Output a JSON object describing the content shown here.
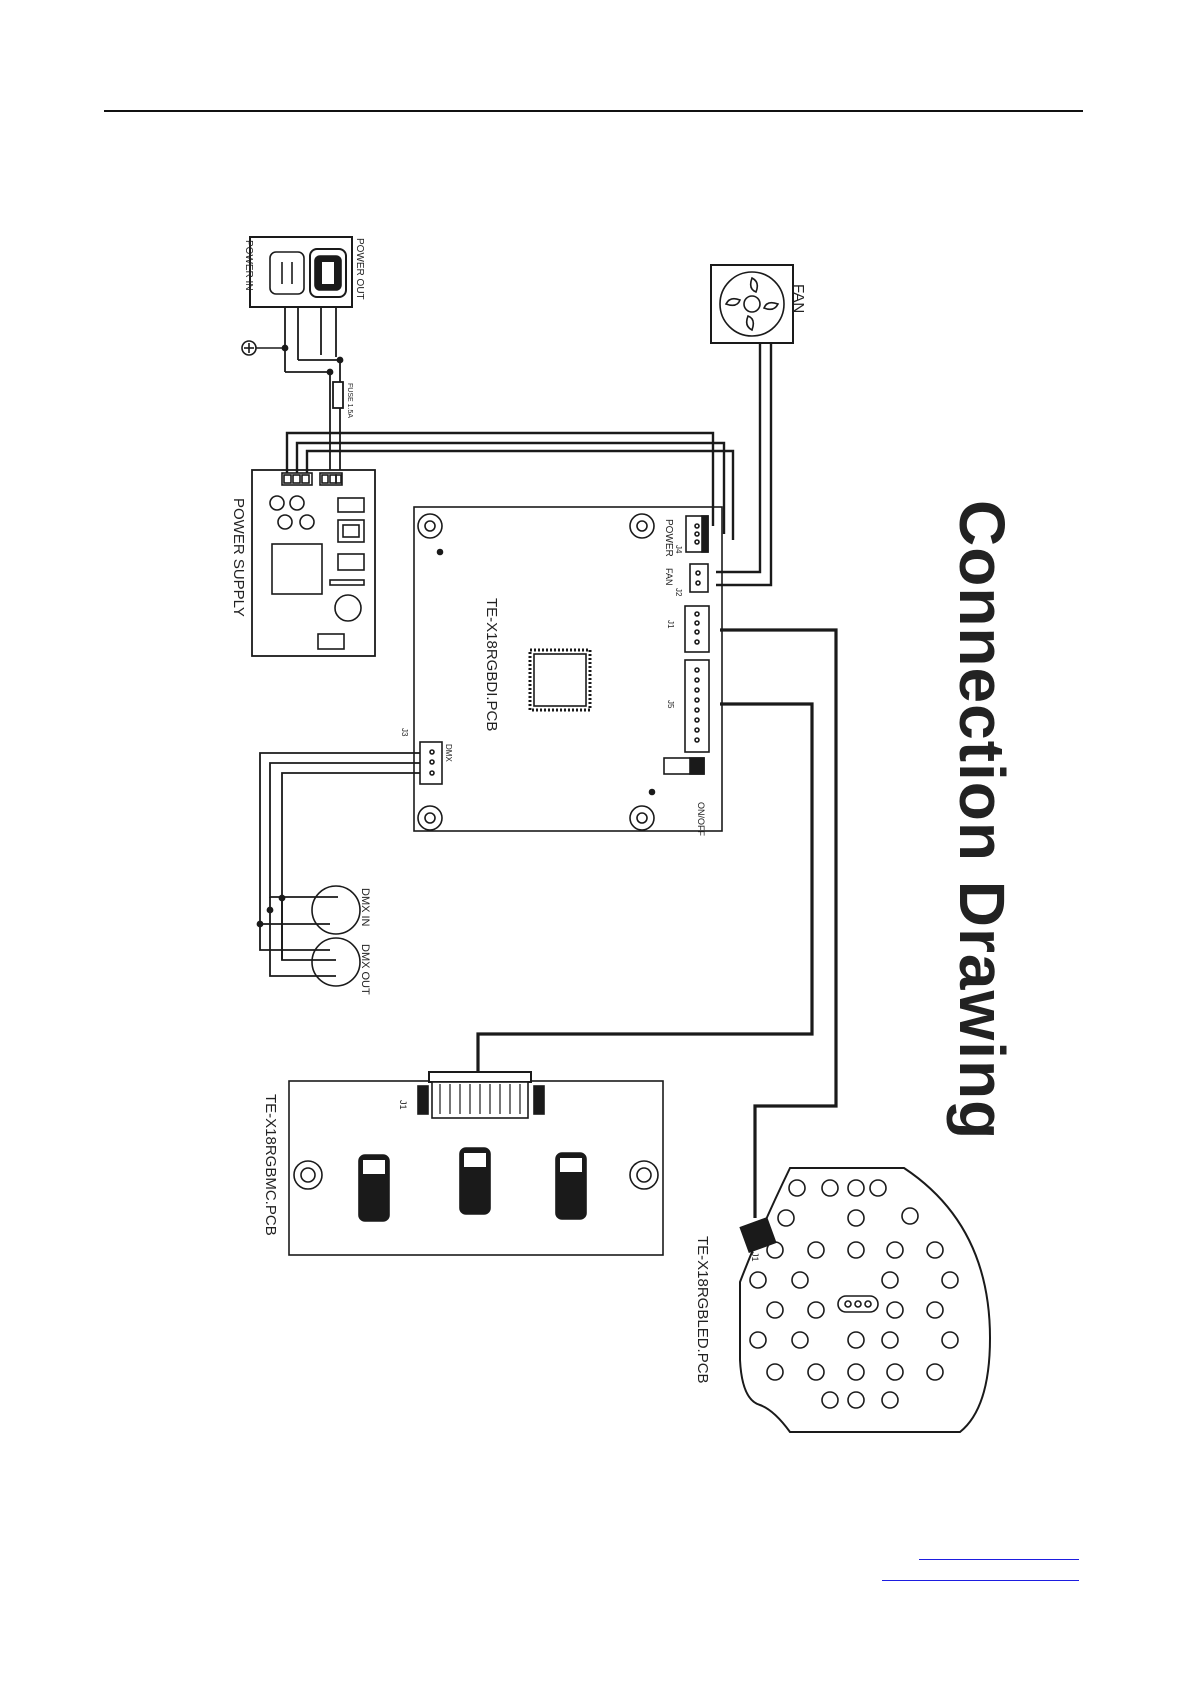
{
  "title": "Connection Drawing",
  "labels": {
    "power_in": "POWER IN",
    "power_out": "POWER OUT",
    "fuse": "FUSE 1.5A",
    "power_supply": "POWER SUPPLY",
    "fan": "FAN",
    "main_pcb": "TE-X18RGBDI.PCB",
    "conn_power": "POWER",
    "conn_j4": "J4",
    "conn_fan": "FAN",
    "conn_j2": "J2",
    "conn_j1": "J1",
    "conn_j5": "J5",
    "conn_j3": "J3",
    "conn_dmx": "DMX",
    "on_off": "ON/OFF",
    "dmx_in": "DMX IN",
    "dmx_out": "DMX OUT",
    "mc_pcb": "TE-X18RGBMC.PCB",
    "mc_j1": "J1",
    "led_pcb": "TE-X18RGBLED.PCB",
    "led_j1": "J1"
  },
  "colors": {
    "line": "#1a1a1a",
    "link": "#1d1de0"
  }
}
